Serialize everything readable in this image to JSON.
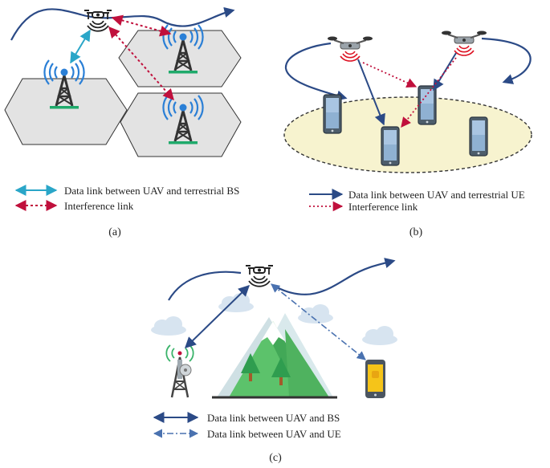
{
  "panel_a": {
    "caption": "(a)",
    "legend": {
      "data_link": "Data link between UAV and terrestrial BS",
      "interference": "Interference link"
    }
  },
  "panel_b": {
    "caption": "(b)",
    "legend": {
      "data_link": "Data link between UAV and terrestrial UE",
      "interference": "Interference link"
    }
  },
  "panel_c": {
    "caption": "(c)",
    "legend": {
      "bs_link": "Data link between UAV and BS",
      "ue_link": "Data link between UAV and UE"
    }
  },
  "colors": {
    "data_link_cyan": "#2aa6c8",
    "data_link_navy": "#2b4a86",
    "interference": "#c0103c",
    "ue_dashdot": "#4a72b0",
    "cell_fill": "#e3e3e3",
    "ground_fill": "#f7f3cf",
    "mountain": "#5cc26b",
    "tower": "#333333",
    "signal_blue": "#2a7fd6"
  }
}
